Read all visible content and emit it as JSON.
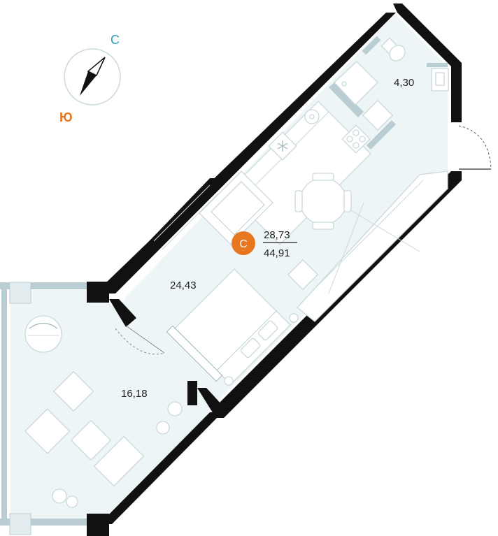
{
  "compass": {
    "north_letter": "С",
    "south_letter": "Ю",
    "north_color": "#2f9bb7",
    "south_color": "#e8761e"
  },
  "unit": {
    "badge_letter": "С",
    "badge_color": "#e8761e",
    "living_area": "28,73",
    "total_area": "44,91"
  },
  "rooms": {
    "bathroom_area": "4,30",
    "main_room_area": "24,43",
    "balcony_area": "16,18"
  },
  "colors": {
    "wall": "#111111",
    "floor_fill": "#eef5f6",
    "furniture_stroke": "#c9d9dc",
    "partition": "#b9cdd2"
  }
}
